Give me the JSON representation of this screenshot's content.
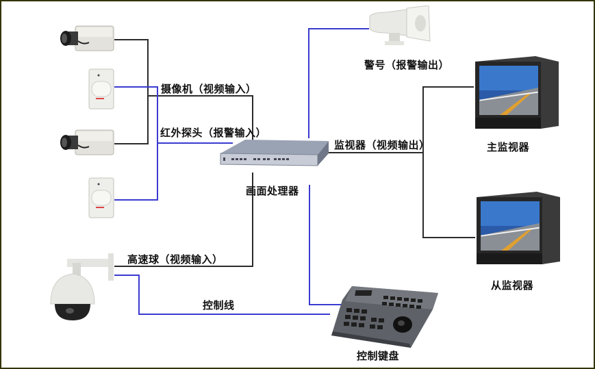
{
  "diagram": {
    "labels": {
      "camera": "摄像机（视频输入）",
      "infrared": "红外探头（报警输入）",
      "processor": "画面处理器",
      "horn": "警号（报警输出）",
      "monitor_output": "监视器（视频输出）",
      "main_monitor": "主监视器",
      "secondary_monitor": "从监视器",
      "speed_dome": "高速球（视频输入）",
      "control_line": "控制线",
      "control_keyboard": "控制键盘"
    },
    "colors": {
      "video_line": "#2b2b2b",
      "control_line": "#3a3ad0",
      "border": "#333300"
    }
  }
}
